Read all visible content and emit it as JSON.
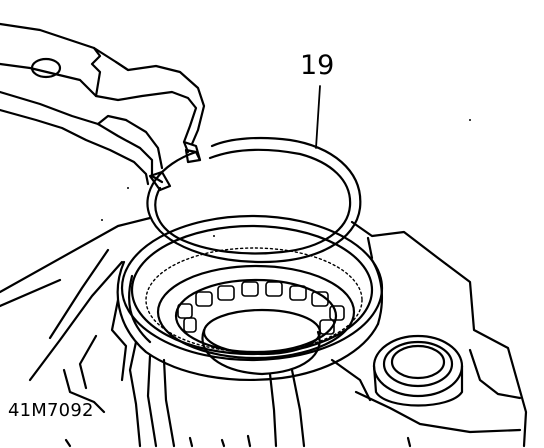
{
  "diagram": {
    "callout_label": "19",
    "figure_code": "41M7092",
    "components": [
      "circlip-pliers",
      "circlip",
      "bearing-housing",
      "roller-bearing",
      "casing",
      "boss"
    ]
  }
}
